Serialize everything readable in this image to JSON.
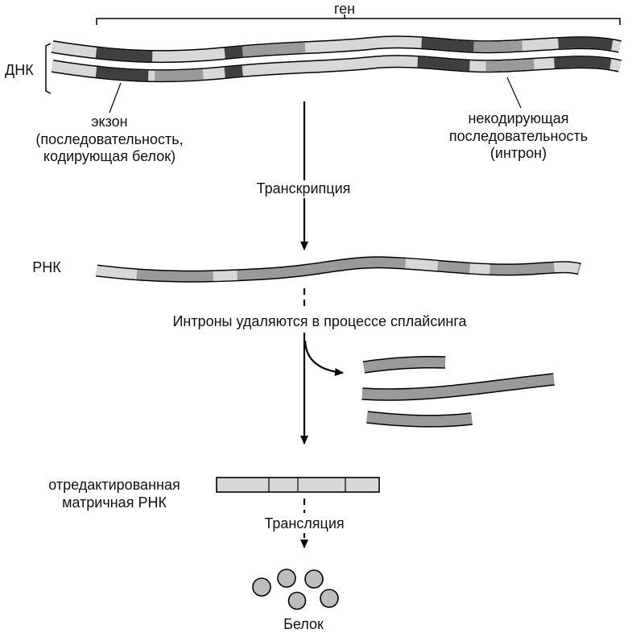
{
  "colors": {
    "background": "#ffffff",
    "band_light": "#d8d8d8",
    "band_mid": "#9a9a9a",
    "band_dark": "#3f3f3f",
    "outline": "#000000",
    "protein_fill": "#bdbdbd",
    "text": "#111111"
  },
  "labels": {
    "gene": "ген",
    "dna": "ДНК",
    "exon_note": "экзон\n(последовательность,\nкодирующая белок)",
    "intron_note": "некодирующая\nпоследовательность\n(интрон)",
    "transcription": "Транскрипция",
    "rna": "РНК",
    "splicing_note": "Интроны удаляются в процессе сплайсинга",
    "edited_mrna": "отредактированная\nматричная РНК",
    "translation": "Трансляция",
    "protein": "Белок"
  }
}
